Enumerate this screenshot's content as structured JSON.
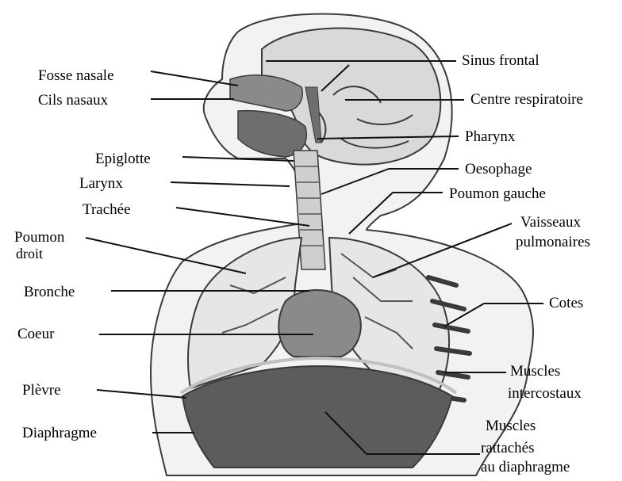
{
  "labels": {
    "fosse_nasale": "Fosse nasale",
    "cils_nasaux": "Cils nasaux",
    "epiglotte": "Epiglotte",
    "larynx": "Larynx",
    "trachee": "Trachée",
    "poumon_droit_1": "Poumon",
    "poumon_droit_2": "droit",
    "bronche": "Bronche",
    "coeur": "Coeur",
    "plevre": "Plèvre",
    "diaphragme": "Diaphragme",
    "sinus_frontal": "Sinus frontal",
    "centre_respiratoire": "Centre respiratoire",
    "pharynx": "Pharynx",
    "oesophage": "Oesophage",
    "poumon_gauche": "Poumon gauche",
    "vaisseaux_1": "Vaisseaux",
    "vaisseaux_2": "pulmonaires",
    "cotes": "Cotes",
    "muscles_inter_1": "Muscles",
    "muscles_inter_2": "intercostaux",
    "muscles_ratt_1": "Muscles",
    "muscles_ratt_2": "rattachés",
    "muscles_ratt_3": "au diaphragme"
  },
  "colors": {
    "line": "#111111",
    "tissue_light": "#d9d9d9",
    "tissue_mid": "#9e9e9e",
    "tissue_dark": "#5c5c5c",
    "outline": "#3a3a3a"
  }
}
